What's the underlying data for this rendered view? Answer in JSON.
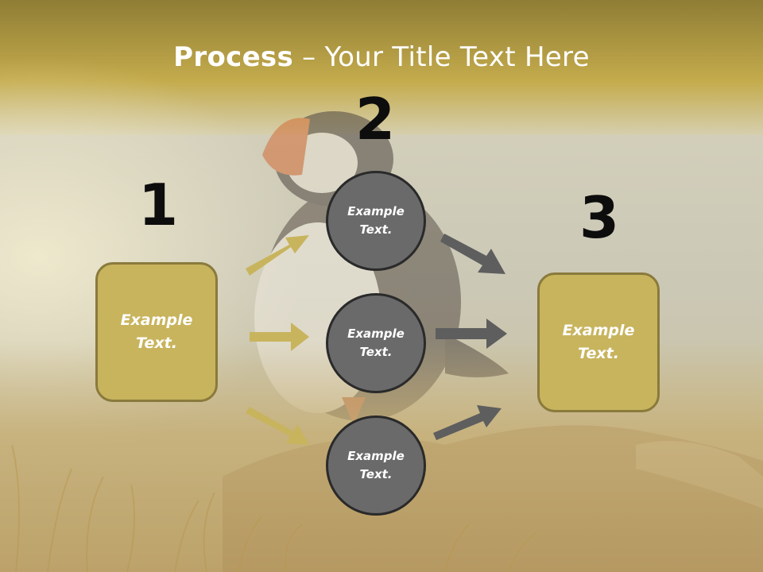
{
  "title": {
    "bold": "Process",
    "rest": " – Your Title Text Here"
  },
  "steps": [
    {
      "number": "1",
      "text_line1": "Example",
      "text_line2": "Text."
    },
    {
      "number": "2"
    },
    {
      "number": "3",
      "text_line1": "Example",
      "text_line2": "Text."
    }
  ],
  "circles": [
    {
      "text_line1": "Example",
      "text_line2": "Text."
    },
    {
      "text_line1": "Example",
      "text_line2": "Text."
    },
    {
      "text_line1": "Example",
      "text_line2": "Text."
    }
  ],
  "colors": {
    "box_fill": "#c8b45d",
    "box_border": "#8a7a3c",
    "circle_fill": "#6a6a6a",
    "gold_arrow": "#c8b45d",
    "gray_arrow": "#5e5e5e"
  }
}
